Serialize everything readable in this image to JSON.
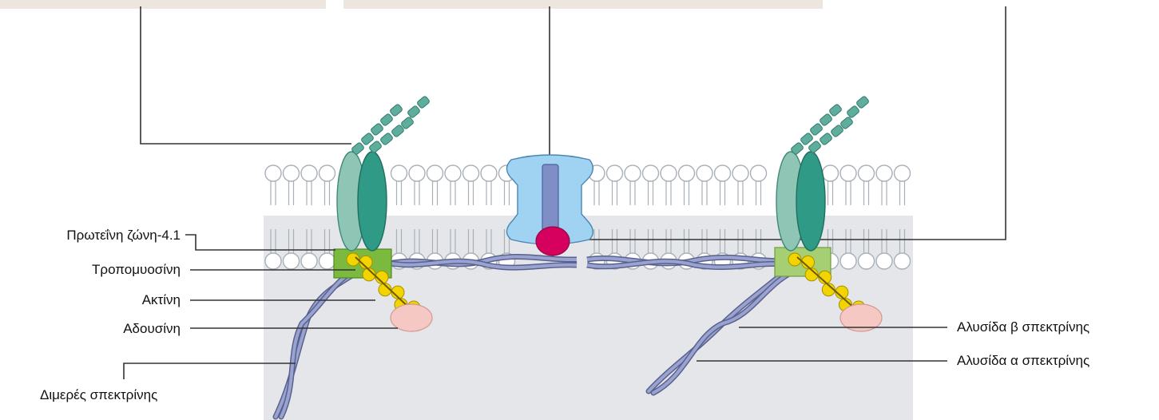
{
  "labels": {
    "band41": "Πρωτεΐνη ζώνη-4.1",
    "tropomyosin": "Τροπομυοσίνη",
    "actin": "Ακτίνη",
    "adducin": "Αδουσίνη",
    "spectrin_dimer": "Διμερές σπεκτρίνης",
    "beta_chain": "Αλυσίδα β σπεκτρίνης",
    "alpha_chain": "Αλυσίδα α σπεκτρίνης"
  },
  "colors": {
    "top_panel": "#ece6df",
    "membrane_stroke": "#a9b0b8",
    "cytoplasm": "#e4e6e9",
    "glycophorin_light": "#8fc5b4",
    "glycophorin_dark": "#2f9a85",
    "sugar": "#5fae9d",
    "band3_body": "#9fd3f1",
    "band3_core": "#7f8fc5",
    "ankyrin": "#d6005e",
    "band41": "#7cba3f",
    "actin": "#f2d400",
    "adducin": "#f6c8c4",
    "spectrin": "#9aa3cf",
    "spectrin_dark": "#59618e",
    "leader_line": "#333333"
  }
}
